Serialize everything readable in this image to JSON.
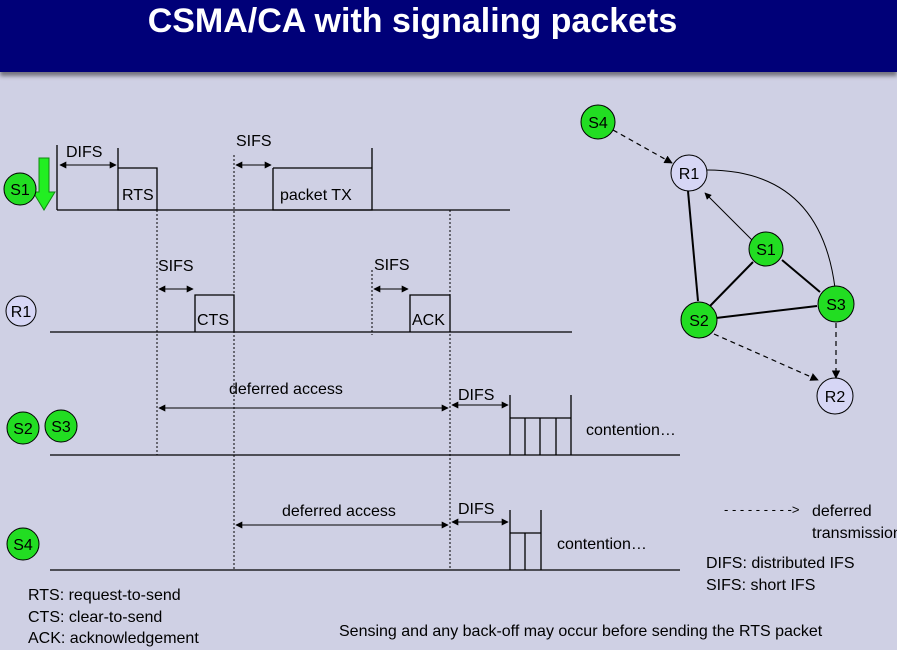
{
  "title": "CSMA/CA with signaling packets",
  "colors": {
    "header_bg": "#000078",
    "background": "#cfd0e4",
    "sender_node": "#22dd22",
    "receiver_node": "#d6d6f5",
    "down_arrow": "#22ee22"
  },
  "timeline": {
    "nodes": {
      "s1": "S1",
      "r1": "R1",
      "s2": "S2",
      "s3": "S3",
      "s4": "S4"
    },
    "labels": {
      "difs": "DIFS",
      "sifs": "SIFS",
      "rts": "RTS",
      "cts": "CTS",
      "ack": "ACK",
      "packet_tx": "packet TX",
      "deferred_access": "deferred access",
      "contention": "contention…"
    }
  },
  "topology": {
    "nodes": {
      "s4": "S4",
      "r1": "R1",
      "s1": "S1",
      "s2": "S2",
      "s3": "S3",
      "r2": "R2"
    }
  },
  "legend": {
    "deferred_arrow": "- - - - - - - - ->",
    "deferred_line1": "deferred",
    "deferred_line2": "transmission",
    "difs_def": "DIFS: distributed IFS",
    "sifs_def": "SIFS: short IFS",
    "rts_def": "RTS: request-to-send",
    "cts_def": "CTS: clear-to-send",
    "ack_def": "ACK: acknowledgement"
  },
  "footer_note": "Sensing and any back-off may occur before sending the RTS packet"
}
